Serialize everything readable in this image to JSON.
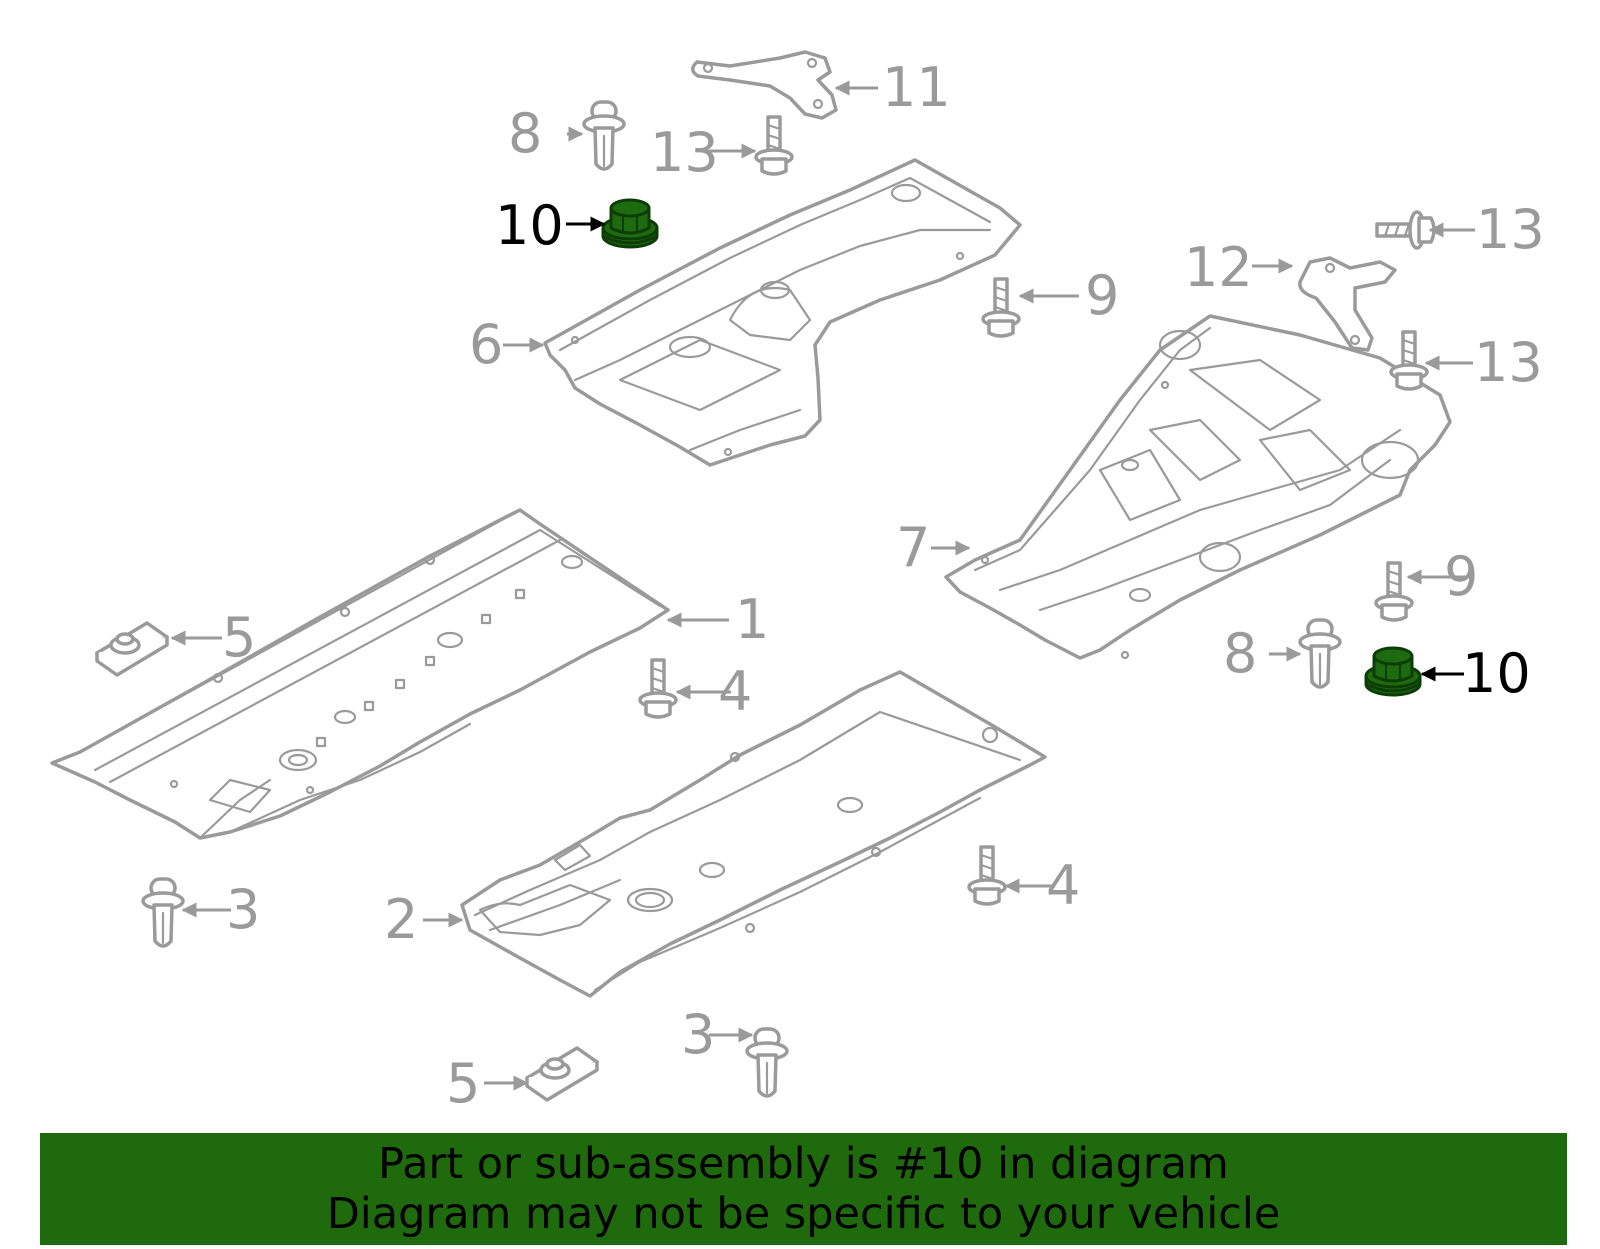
{
  "diagram": {
    "callouts": [
      "1",
      "2",
      "3",
      "3",
      "4",
      "4",
      "5",
      "5",
      "6",
      "7",
      "8",
      "8",
      "9",
      "9",
      "10",
      "10",
      "11",
      "12",
      "13",
      "13",
      "13"
    ],
    "highlighted_callout": "10",
    "highlight_color": "#1f6a0c",
    "part_color": "#9a9a9a",
    "icons": [
      "undercover-1",
      "undercover-2",
      "undercover-6",
      "undercover-7",
      "bracket-11",
      "bracket-12",
      "push-clip",
      "bolt",
      "nut",
      "clip-nut"
    ]
  },
  "banner": {
    "line1": "Part or sub-assembly is #10 in diagram",
    "line2": "Diagram may not be specific to your vehicle",
    "background": "#1f6a0c"
  }
}
